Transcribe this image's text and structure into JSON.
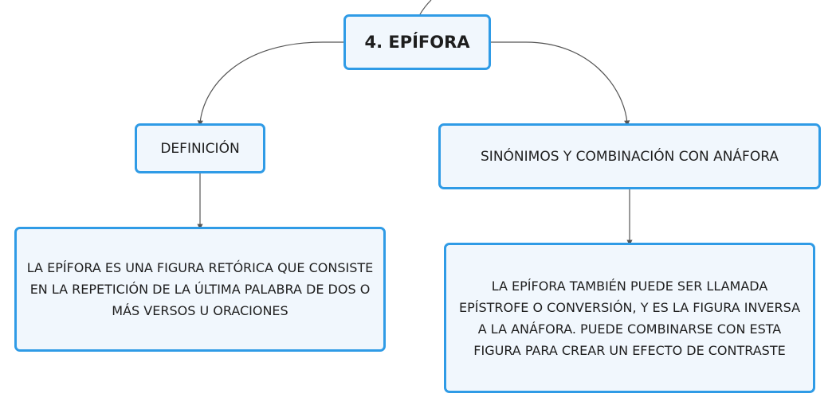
{
  "colors": {
    "node_border": "#2f9be6",
    "node_fill": "#f1f7fd",
    "connector": "#555555",
    "text": "#1e1e1e"
  },
  "mindmap": {
    "root": {
      "label": "4. EPÍFORA"
    },
    "definition": {
      "label": "DEFINICIÓN",
      "detail": "LA EPÍFORA ES UNA FIGURA RETÓRICA QUE CONSISTE EN LA REPETICIÓN DE LA ÚLTIMA PALABRA DE DOS O MÁS VERSOS U ORACIONES"
    },
    "synonyms": {
      "label": "SINÓNIMOS Y COMBINACIÓN CON ANÁFORA",
      "detail": "LA EPÍFORA TAMBIÉN PUEDE SER LLAMADA EPÍSTROFE O CONVERSIÓN, Y ES LA FIGURA INVERSA A LA ANÁFORA. PUEDE COMBINARSE CON ESTA FIGURA PARA CREAR UN EFECTO DE CONTRASTE"
    }
  }
}
